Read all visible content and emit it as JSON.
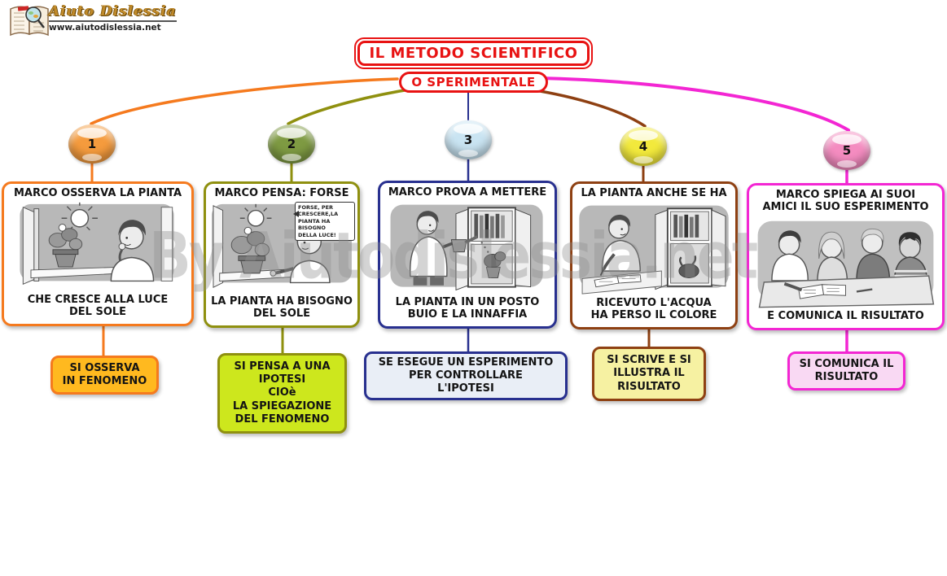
{
  "logo": {
    "title": "Aiuto Dislessia",
    "url": "www.aiutodislessia.net",
    "icon": "open-book-magnifier-icon"
  },
  "title": {
    "main": "IL METODO SCIENTIFICO",
    "sub": "O SPERIMENTALE",
    "color": "#e81212"
  },
  "watermark": "By Aiutodislessia.net",
  "branches": [
    {
      "number": "1",
      "color": "#f57a1e",
      "oval_fill": "#f59b3d",
      "card": {
        "header": "MARCO OSSERVA LA PIANTA",
        "footer": "CHE CRESCE ALLA LUCE\nDEL SOLE",
        "illustration": "boy-observing-plant-at-sunny-window"
      },
      "note": {
        "text": "SI OSSERVA\nIN FENOMENO",
        "fill": "#ffb91f"
      }
    },
    {
      "number": "2",
      "color": "#8f900f",
      "oval_fill": "#7e9a42",
      "card": {
        "header": "MARCO PENSA: FORSE",
        "speech": "FORSE, PER\nCRESCERE,LA\nPIANTA HA\nBISOGNO\nDELLA LUCE!",
        "footer": "LA PIANTA HA BISOGNO\nDEL SOLE",
        "illustration": "boy-thinking-at-window-with-plant"
      },
      "note": {
        "text": "SI PENSA A UNA\nIPOTESI\nCIOè\nLA SPIEGAZIONE\nDEL FENOMENO",
        "fill": "#cde71d"
      }
    },
    {
      "number": "3",
      "color": "#28308f",
      "oval_fill": "#c9e4f2",
      "card": {
        "header": "MARCO PROVA A METTERE",
        "footer": "LA PIANTA IN UN POSTO\nBUIO E LA INNAFFIA",
        "illustration": "boy-watering-plant-in-dark-cabinet"
      },
      "note": {
        "text": "SE ESEGUE UN ESPERIMENTO\nPER CONTROLLARE\nL'IPOTESI",
        "fill": "#e9eef6"
      }
    },
    {
      "number": "4",
      "color": "#8e4012",
      "oval_fill": "#f2e93c",
      "card": {
        "header": "LA PIANTA ANCHE SE HA",
        "footer": "RICEVUTO L'ACQUA\nHA PERSO IL COLORE",
        "illustration": "boy-writing-notes-wilted-plant-in-cabinet"
      },
      "note": {
        "text": "SI SCRIVE E SI\nILLUSTRA IL\nRISULTATO",
        "fill": "#f6f1a2"
      }
    },
    {
      "number": "5",
      "color": "#f326d3",
      "oval_fill": "#f48cc0",
      "card": {
        "header": "MARCO SPIEGA AI SUOI\nAMICI IL SUO ESPERIMENTO",
        "footer": "E COMUNICA IL RISULTATO",
        "illustration": "kids-discussing-around-table-with-book"
      },
      "note": {
        "text": "SI COMUNICA IL\nRISULTATO",
        "fill": "#f9d9f3"
      }
    }
  ]
}
